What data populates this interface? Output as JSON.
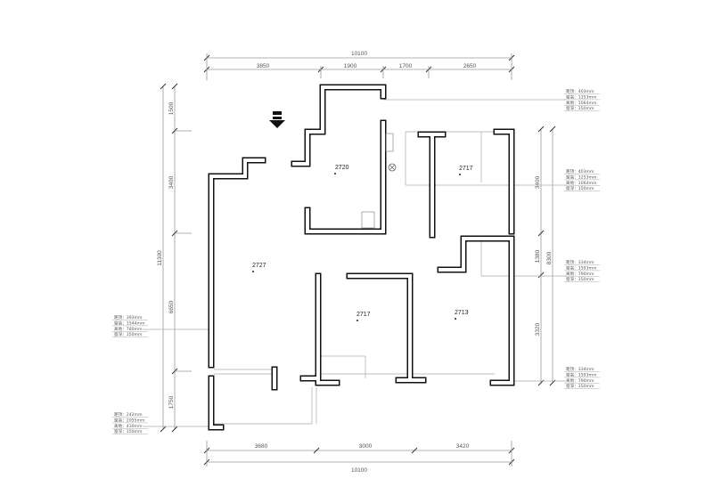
{
  "dimensions": {
    "top_total": "10100",
    "top_segments": [
      "3850",
      "1900",
      "1700",
      "2650"
    ],
    "bottom_segments": [
      "3680",
      "3000",
      "3420"
    ],
    "bottom_total": "10100",
    "left_total": "11300",
    "left_segments": [
      "1500",
      "3400",
      "6650",
      "1750"
    ],
    "right_total": "8300",
    "right_segments": [
      "3400",
      "1380",
      "3320"
    ]
  },
  "rooms": [
    "2720",
    "2717",
    "2727",
    "2717",
    "2713"
  ],
  "window_notes": [
    {
      "lines": [
        "距顶：403mm",
        "窗高：1253mm",
        "离地：1064mm",
        "窗深：150mm"
      ]
    },
    {
      "lines": [
        "距顶：403mm",
        "窗高：1253mm",
        "离地：1064mm",
        "窗深：150mm"
      ]
    },
    {
      "lines": [
        "距顶：334mm",
        "窗高：1593mm",
        "离地：790mm",
        "窗深：150mm"
      ]
    },
    {
      "lines": [
        "距顶：334mm",
        "窗高：1593mm",
        "离地：790mm",
        "窗深：150mm"
      ]
    },
    {
      "lines": [
        "距顶：393mm",
        "窗高：1544mm",
        "离地：780mm",
        "窗深：150mm"
      ]
    },
    {
      "lines": [
        "距顶：242mm",
        "窗高：2055mm",
        "离地：430mm",
        "窗深：150mm"
      ]
    }
  ],
  "entrance_icon": "arrow-down-icon"
}
